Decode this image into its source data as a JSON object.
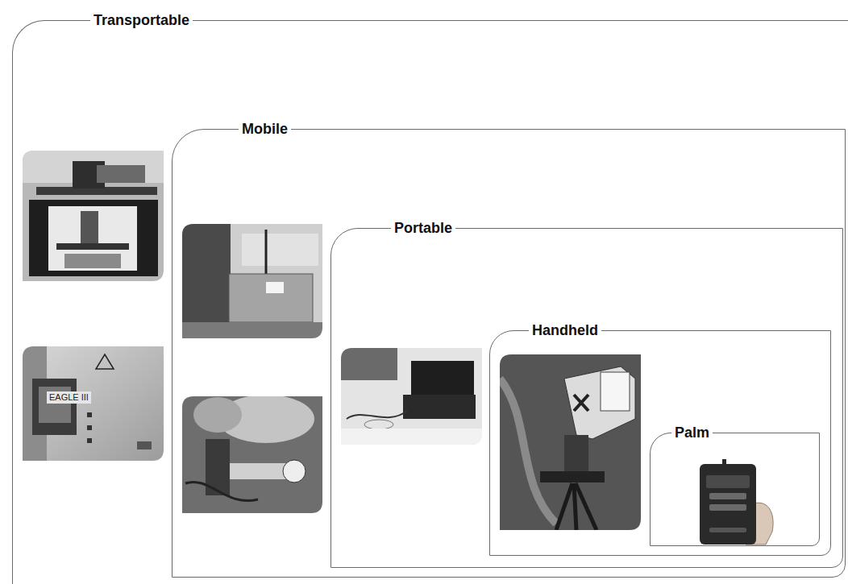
{
  "diagram": {
    "nodes": [
      {
        "text": [
          "Transportable"
        ]
      },
      {
        "text": [
          "Mobile"
        ],
        "in": 0
      },
      {
        "text": [
          "Portable"
        ],
        "in": 1
      },
      {
        "text": [
          "Handheld"
        ],
        "in": 2
      },
      {
        "text": [
          "Palm"
        ],
        "in": 3
      }
    ],
    "labels": [
      "EAGLE III"
    ]
  }
}
